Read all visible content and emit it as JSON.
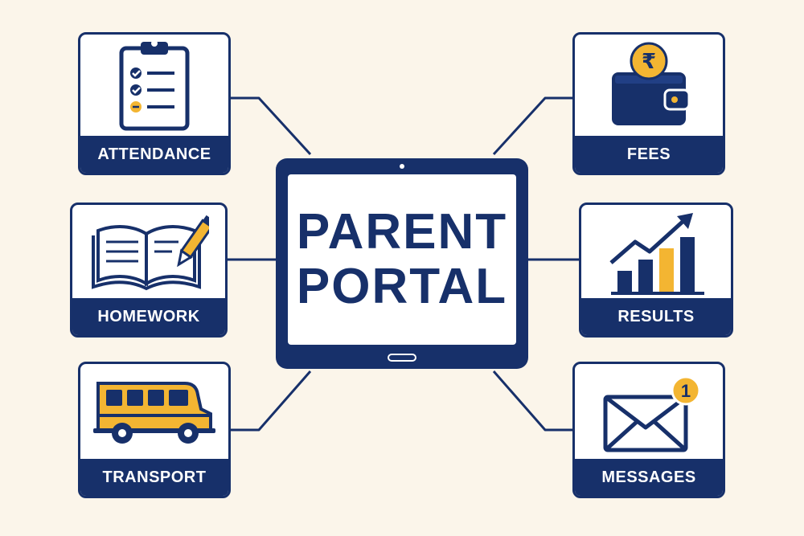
{
  "center": {
    "line1": "PARENT",
    "line2": "PORTAL"
  },
  "tiles": {
    "attendance": {
      "label": "ATTENDANCE",
      "icon": "clipboard-checklist-icon"
    },
    "fees": {
      "label": "FEES",
      "icon": "wallet-rupee-icon",
      "currency_symbol": "₹"
    },
    "homework": {
      "label": "HOMEWORK",
      "icon": "open-book-pencil-icon"
    },
    "results": {
      "label": "RESULTS",
      "icon": "bar-chart-arrow-icon"
    },
    "transport": {
      "label": "TRANSPORT",
      "icon": "school-bus-icon"
    },
    "messages": {
      "label": "MESSAGES",
      "icon": "envelope-icon",
      "badge_count": "1"
    }
  },
  "colors": {
    "navy": "#17306a",
    "accent": "#f3b532",
    "background": "#fbf5ea"
  }
}
